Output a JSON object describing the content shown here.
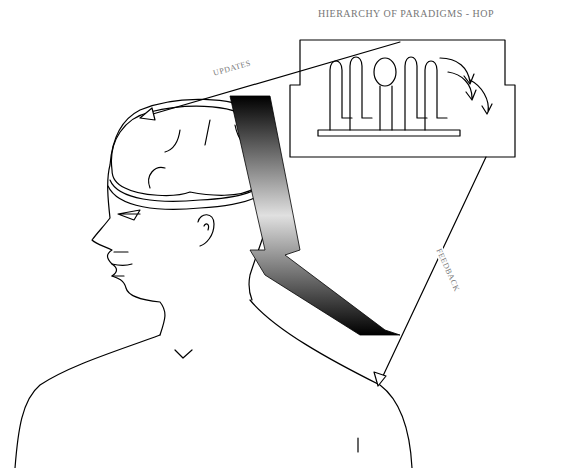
{
  "diagram": {
    "title": "HIERARCHY OF PARADIGMS - HOP",
    "labels": [
      "UPDATES",
      "FEEDBACK"
    ]
  }
}
